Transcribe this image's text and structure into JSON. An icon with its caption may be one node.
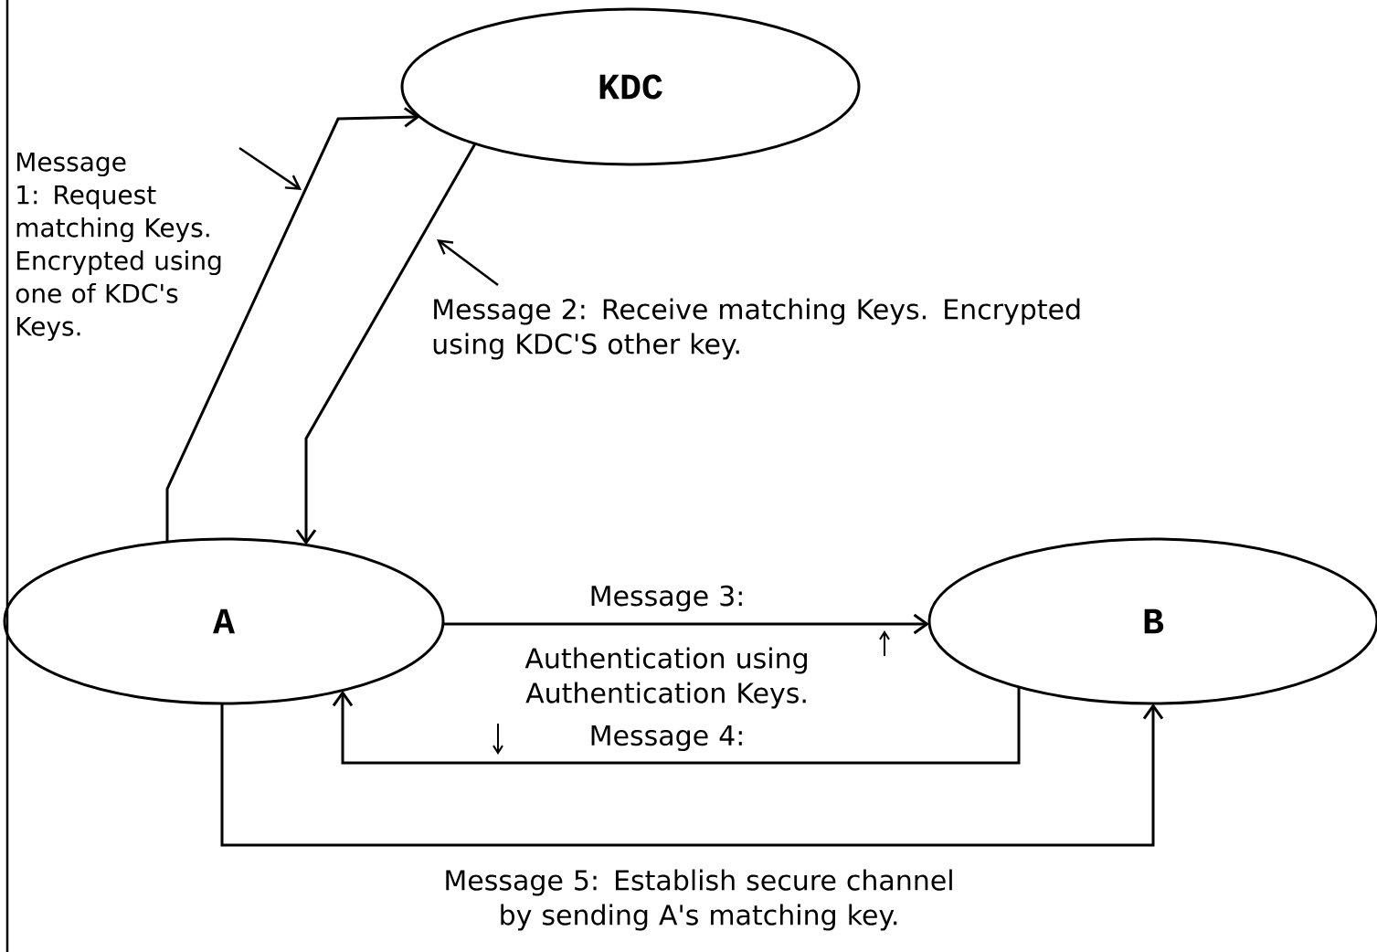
{
  "diagram": {
    "nodes": [
      {
        "text": [
          "KDC"
        ]
      },
      {
        "text": [
          "A"
        ]
      },
      {
        "text": [
          "B"
        ]
      }
    ],
    "edges": [
      {
        "from": 1,
        "to": 0,
        "arrow": "to",
        "label": "Message 1: Request matching Keys. Encrypted using one of KDC's Keys."
      },
      {
        "from": 0,
        "to": 1,
        "arrow": "to",
        "label": "Message 2: Receive matching Keys. Encrypted using KDC'S other key."
      },
      {
        "from": 1,
        "to": 2,
        "arrow": "to",
        "label": "Message 3:"
      },
      {
        "from": 2,
        "to": 1,
        "arrow": "to",
        "label": "Message 4:"
      },
      {
        "from": 1,
        "to": 2,
        "arrow": "to",
        "label": "Message 5: Establish secure channel by sending A's matching key."
      }
    ],
    "labels": [
      "Authentication using Authentication Keys."
    ]
  }
}
